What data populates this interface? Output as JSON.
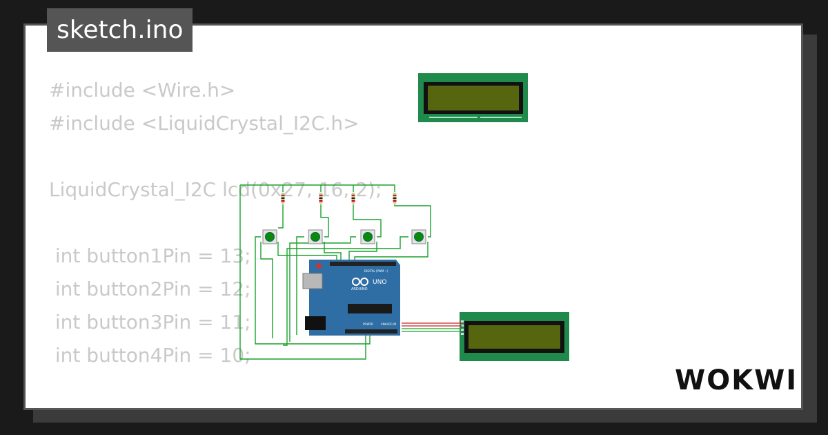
{
  "file_tab": {
    "label": "sketch.ino"
  },
  "code_lines": [
    "#include <Wire.h>",
    "#include <LiquidCrystal_I2C.h>",
    "",
    "LiquidCrystal_I2C lcd(0x27, 16, 2);",
    "",
    " int button1Pin = 13;",
    " int button2Pin = 12;",
    " int button3Pin = 11;",
    " int button4Pin = 10;",
    "",
    "  "
  ],
  "board": {
    "brand": "ARDUINO",
    "model": "UNO",
    "header_digital": "DIGITAL (PWM ~)",
    "header_power": "POWER",
    "header_analog": "ANALOG IN"
  },
  "brand_logo": {
    "text": "WOKWI"
  },
  "colors": {
    "pcb_blue": "#2f6ea5",
    "lcd_green": "#1f8a4c",
    "lcd_screen": "#55660f",
    "wire_green": "#1aa12a",
    "wire_red": "#d11",
    "button_green": "#0a8a0a"
  }
}
